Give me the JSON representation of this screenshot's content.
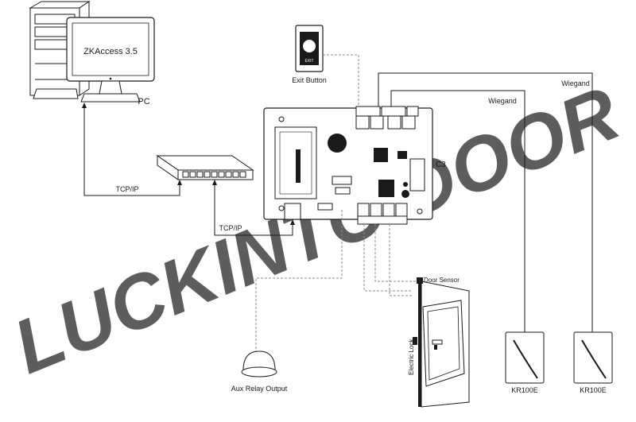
{
  "diagram": {
    "pc": {
      "screen_text": "ZKAccess 3.5",
      "label": "PC"
    },
    "exit_button": {
      "label": "Exit Button",
      "face_text": "EXIT"
    },
    "links": {
      "pc_to_switch": "TCP/IP",
      "switch_to_controller": "TCP/IP",
      "reader1_wiegand": "Wiegand",
      "reader2_wiegand": "Wiegand"
    },
    "controller": {
      "label": "C3"
    },
    "door": {
      "sensor_label": "Door Sensor",
      "lock_label": "Electric Lock"
    },
    "aux_relay": {
      "label": "Aux Relay Output"
    },
    "readers": [
      {
        "label": "KR100E"
      },
      {
        "label": "KR100E"
      }
    ],
    "watermark": "LUCKINTO DOOR",
    "colors": {
      "line": "#1a1a1a",
      "dashed_wire": "#8a8a8a",
      "watermark": "#cfe0ee"
    }
  }
}
